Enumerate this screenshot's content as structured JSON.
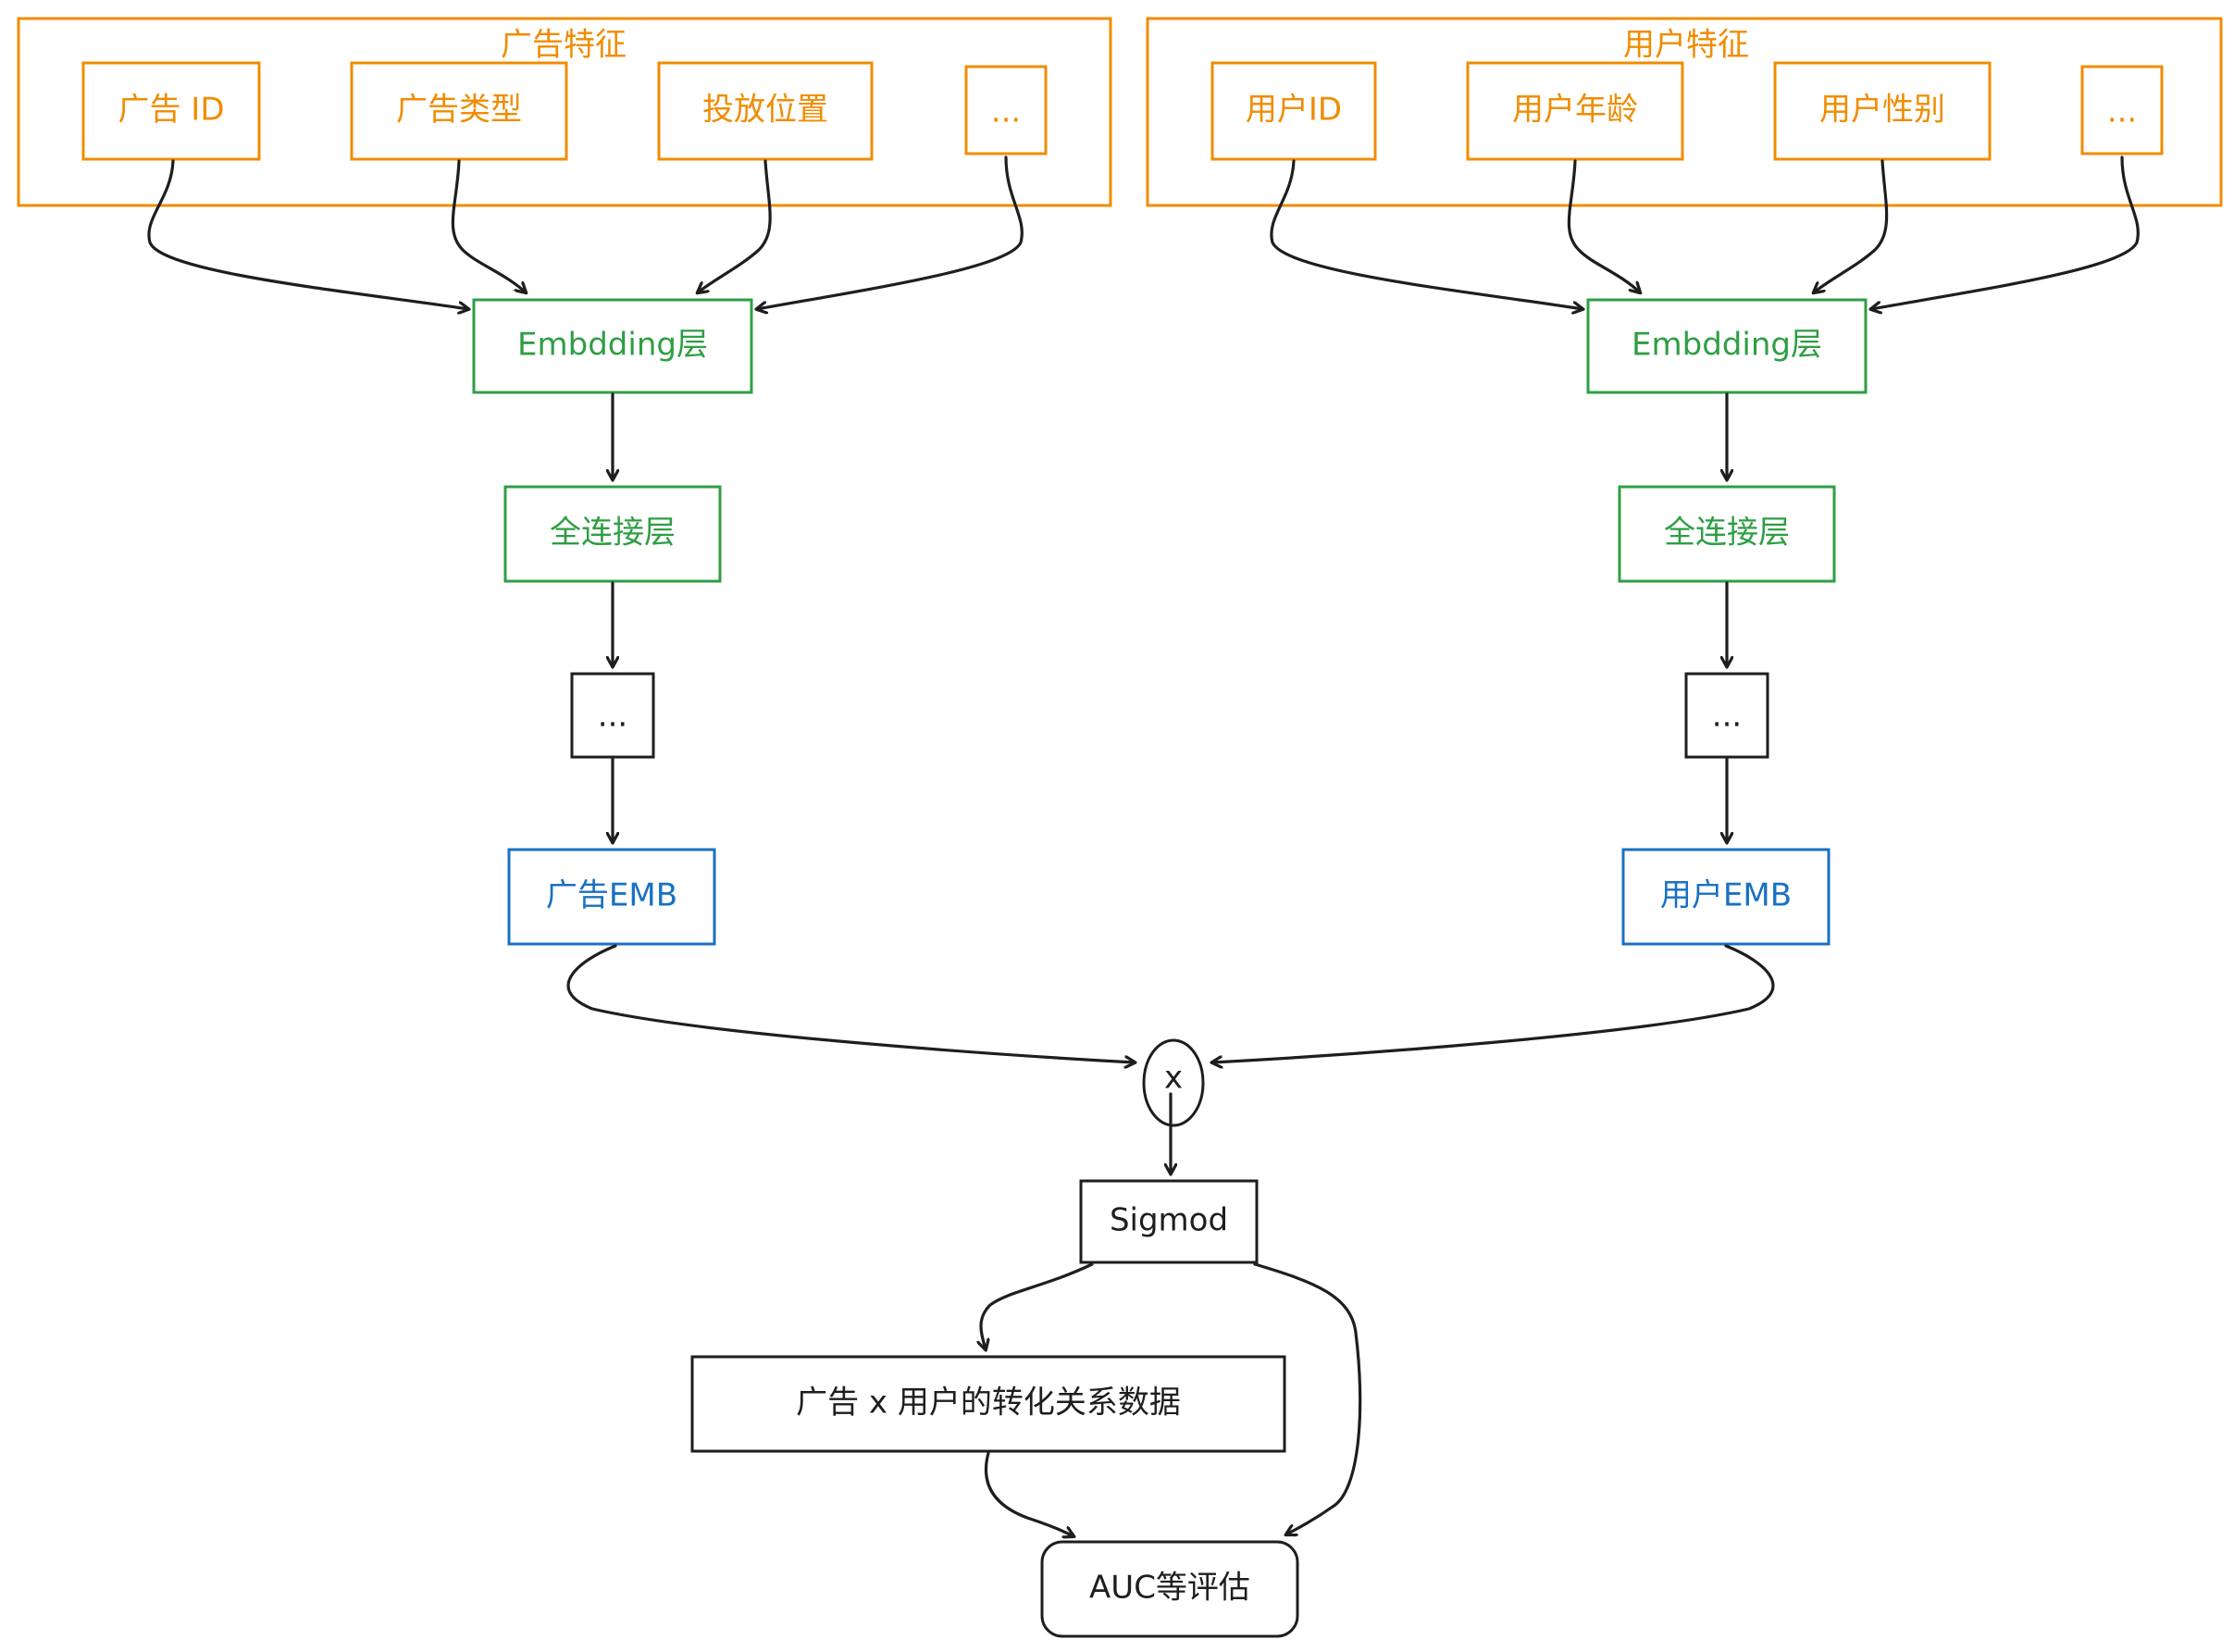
{
  "ad_features": {
    "title": "广告特征",
    "items": [
      "广告 ID",
      "广告类型",
      "投放位置",
      "..."
    ]
  },
  "user_features": {
    "title": "用户特征",
    "items": [
      "用户ID",
      "用户年龄",
      "用户性别",
      "..."
    ]
  },
  "ad_tower": {
    "embedding": "Embdding层",
    "fc": "全连接层",
    "ellipsis": "...",
    "output": "广告EMB"
  },
  "user_tower": {
    "embedding": "Embdding层",
    "fc": "全连接层",
    "ellipsis": "...",
    "output": "用户EMB"
  },
  "merge": {
    "operator": "x",
    "sigmoid": "Sigmod",
    "label_data": "广告 x 用户的转化关系数据",
    "evaluation": "AUC等评估"
  },
  "colors": {
    "feature": "#f08c00",
    "layer": "#2f9e44",
    "embedding": "#1971c2",
    "default": "#1e1e1e"
  }
}
